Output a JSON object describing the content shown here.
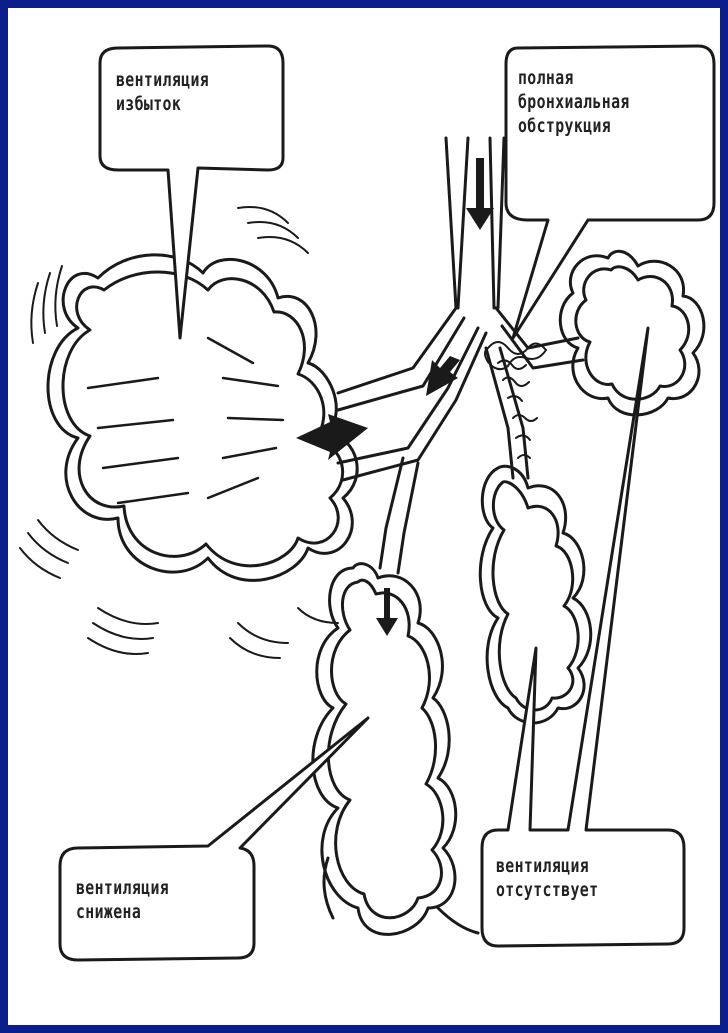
{
  "colors": {
    "frame": "#0a1f8c",
    "panel": "#ffffff",
    "ink": "#1a1a1a"
  },
  "callouts": {
    "excess": {
      "line1": "вентиляция",
      "line2": "избыток"
    },
    "obstruction": {
      "line1": "полная",
      "line2": "бронхиальная",
      "line3": "обструкция"
    },
    "reduced": {
      "line1": "вентиляция",
      "line2": "снижена"
    },
    "absent": {
      "line1": "вентиляция",
      "line2": "отсутствует"
    }
  }
}
